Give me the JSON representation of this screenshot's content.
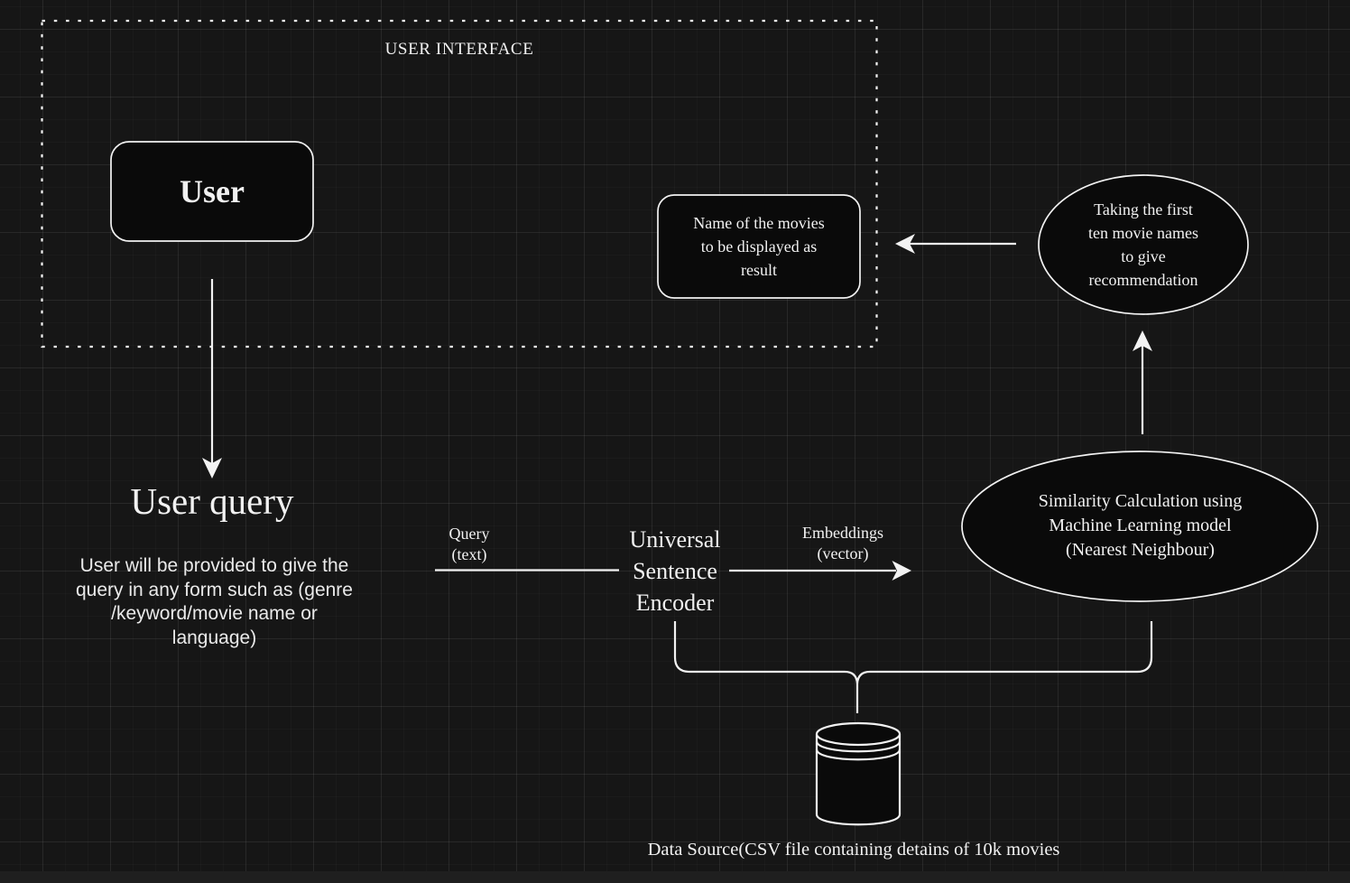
{
  "ui_frame": {
    "label": "USER INTERFACE"
  },
  "nodes": {
    "user": {
      "label": "User"
    },
    "result": {
      "label": "Name of the movies\nto be displayed as\nresult"
    },
    "taking": {
      "label": "Taking the first\nten movie names\nto give\nrecommendation"
    },
    "user_query": {
      "title": "User query",
      "description": "User will be provided to give the\nquery in any form such as (genre\n/keyword/movie name or\nlanguage)"
    },
    "encoder": {
      "label": "Universal\nSentence\nEncoder"
    },
    "similarity": {
      "label": "Similarity Calculation using\nMachine Learning model\n(Nearest Neighbour)"
    },
    "data_source": {
      "label": "Data Source(CSV file containing detains of 10k movies"
    }
  },
  "edges": {
    "query_label": "Query\n(text)",
    "embeddings_label": "Embeddings\n(vector)"
  },
  "colors": {
    "background": "#161616",
    "stroke": "#f2f2f2",
    "node_fill": "#0a0a0a",
    "text": "#f1f1f1"
  }
}
